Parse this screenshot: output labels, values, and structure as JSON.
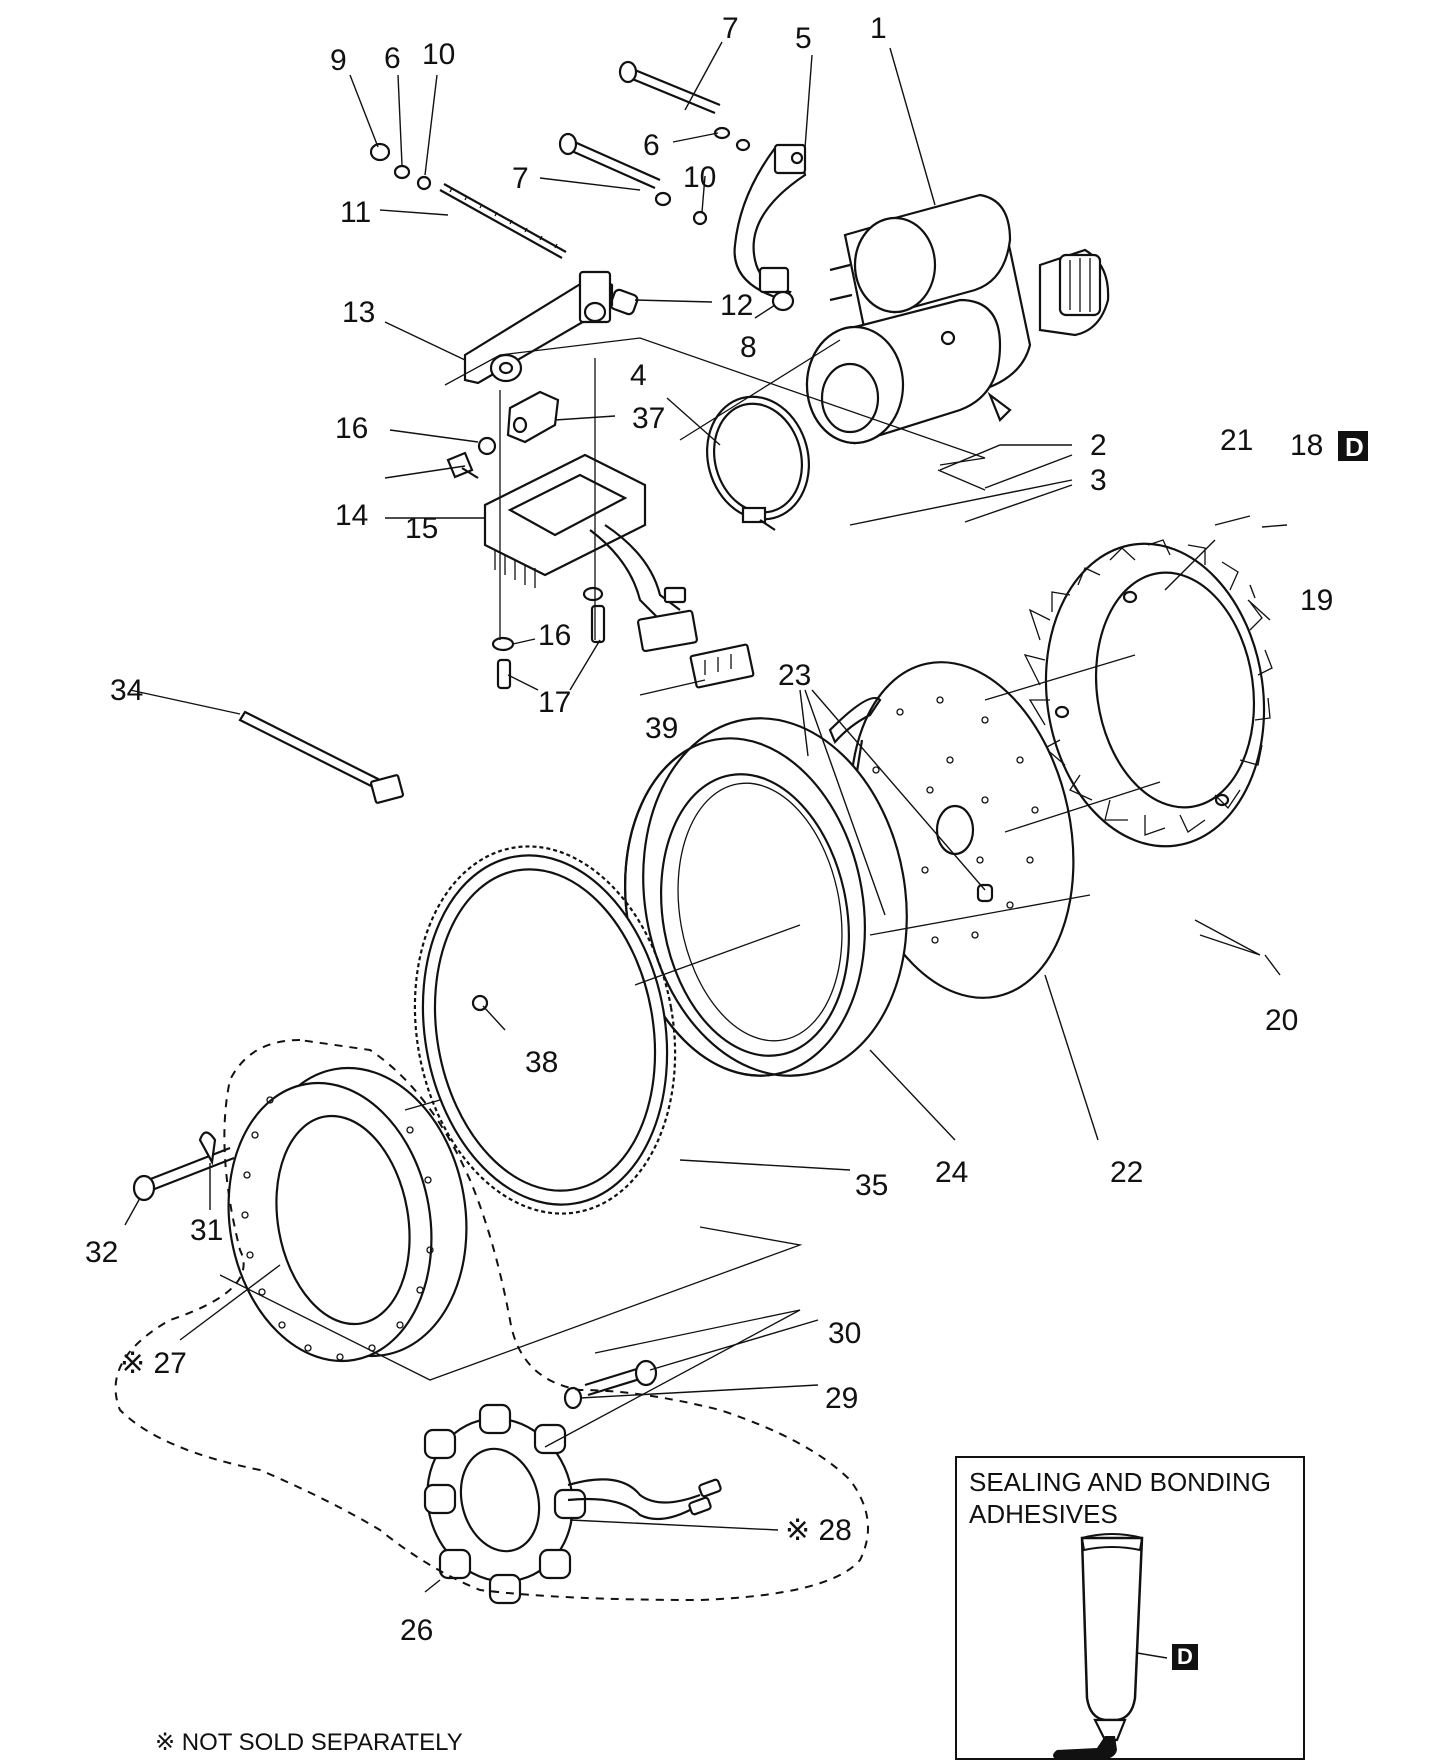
{
  "diagram": {
    "callouts": [
      {
        "id": "c1",
        "text": "1"
      },
      {
        "id": "c2",
        "text": "2"
      },
      {
        "id": "c3",
        "text": "3"
      },
      {
        "id": "c4",
        "text": "4"
      },
      {
        "id": "c5",
        "text": "5"
      },
      {
        "id": "c6a",
        "text": "6"
      },
      {
        "id": "c6b",
        "text": "6"
      },
      {
        "id": "c7a",
        "text": "7"
      },
      {
        "id": "c7b",
        "text": "7"
      },
      {
        "id": "c8",
        "text": "8"
      },
      {
        "id": "c9",
        "text": "9"
      },
      {
        "id": "c10a",
        "text": "10"
      },
      {
        "id": "c10b",
        "text": "10"
      },
      {
        "id": "c11",
        "text": "11"
      },
      {
        "id": "c12",
        "text": "12"
      },
      {
        "id": "c13",
        "text": "13"
      },
      {
        "id": "c14",
        "text": "14"
      },
      {
        "id": "c15",
        "text": "15"
      },
      {
        "id": "c16a",
        "text": "16"
      },
      {
        "id": "c16b",
        "text": "16"
      },
      {
        "id": "c17",
        "text": "17"
      },
      {
        "id": "c18",
        "text": "18"
      },
      {
        "id": "c19",
        "text": "19"
      },
      {
        "id": "c20",
        "text": "20"
      },
      {
        "id": "c21",
        "text": "21"
      },
      {
        "id": "c22",
        "text": "22"
      },
      {
        "id": "c23",
        "text": "23"
      },
      {
        "id": "c24",
        "text": "24"
      },
      {
        "id": "c26",
        "text": "26"
      },
      {
        "id": "c27",
        "text": "※ 27"
      },
      {
        "id": "c28",
        "text": "※ 28"
      },
      {
        "id": "c29",
        "text": "29"
      },
      {
        "id": "c30",
        "text": "30"
      },
      {
        "id": "c31",
        "text": "31"
      },
      {
        "id": "c32",
        "text": "32"
      },
      {
        "id": "c34",
        "text": "34"
      },
      {
        "id": "c35",
        "text": "35"
      },
      {
        "id": "c37",
        "text": "37"
      },
      {
        "id": "c38",
        "text": "38"
      },
      {
        "id": "c39",
        "text": "39"
      }
    ],
    "adhesive_badge": "D"
  },
  "legend": {
    "title": "SEALING AND BONDING ADHESIVES",
    "badge": "D"
  },
  "footnote": "※ NOT SOLD SEPARATELY"
}
